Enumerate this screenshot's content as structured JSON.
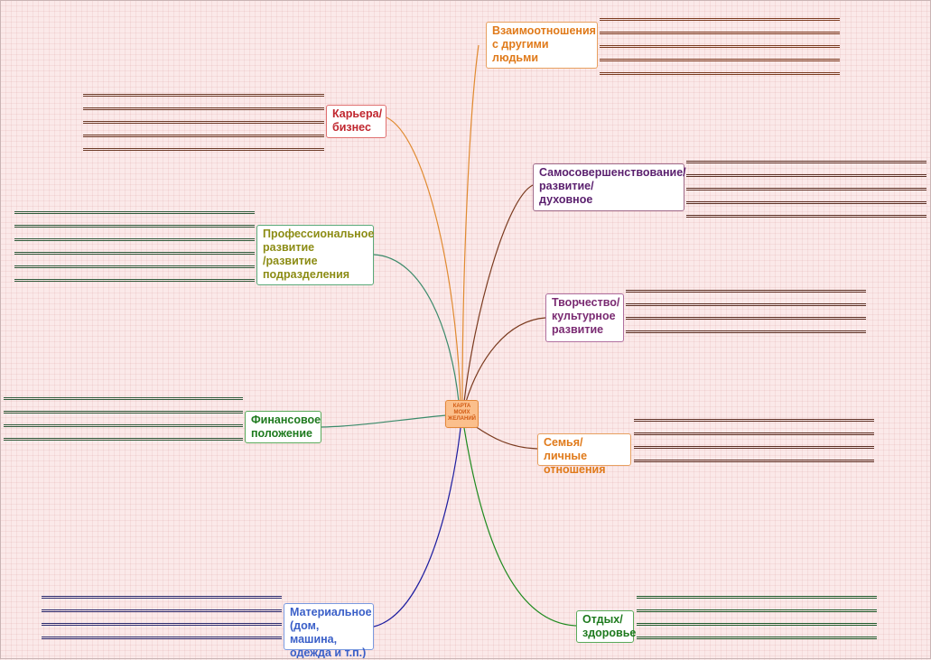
{
  "center": {
    "label": "КАРТА\nМОИХ\nЖЕЛАНИЙ",
    "color": "#d25a12"
  },
  "branches": [
    {
      "id": "relationships",
      "label": "Взаимоотношения\nс другими\nлюдьми",
      "color": "#e07a1a",
      "line_color": "#7a3a1e",
      "lines": 5
    },
    {
      "id": "career",
      "label": "Карьера/\nбизнес",
      "color": "#c0262e",
      "line_color": "#6b3a26",
      "lines": 5
    },
    {
      "id": "self-development",
      "label": "Самосовершенствование/\nразвитие/\nдуховное",
      "color": "#5a1f6e",
      "line_color": "#5a2e22",
      "lines": 5
    },
    {
      "id": "professional",
      "label": "Профессиональное\nразвитие\n/развитие\nподразделения",
      "color": "#8c8c14",
      "line_color": "#2e5a3a",
      "lines": 6
    },
    {
      "id": "creativity",
      "label": "Творчество/\nкультурное\nразвитие",
      "color": "#7a2a72",
      "line_color": "#5a2e22",
      "lines": 4
    },
    {
      "id": "finances",
      "label": "Финансовое\nположение",
      "color": "#1e7a1e",
      "line_color": "#2e5a3a",
      "lines": 4
    },
    {
      "id": "family",
      "label": "Семья/ личные\nотношения",
      "color": "#e07a1a",
      "line_color": "#5a2e22",
      "lines": 4
    },
    {
      "id": "material",
      "label": "Материальное\n(дом, машина,\nодежда и т.п.)",
      "color": "#3a5fc8",
      "line_color": "#2a2a6e",
      "lines": 4
    },
    {
      "id": "rest",
      "label": "Отдых/\nздоровье",
      "color": "#1e7a1e",
      "line_color": "#1e5a2a",
      "lines": 4
    }
  ],
  "connectors": {
    "relationships": "#e08a30",
    "career": "#e08a30",
    "self-development": "#7a3a1e",
    "professional": "#3a8a6a",
    "creativity": "#7a3a1e",
    "finances": "#3a8a6a",
    "family": "#7a3a1e",
    "material": "#1e1ea0",
    "rest": "#1e8a1e"
  }
}
